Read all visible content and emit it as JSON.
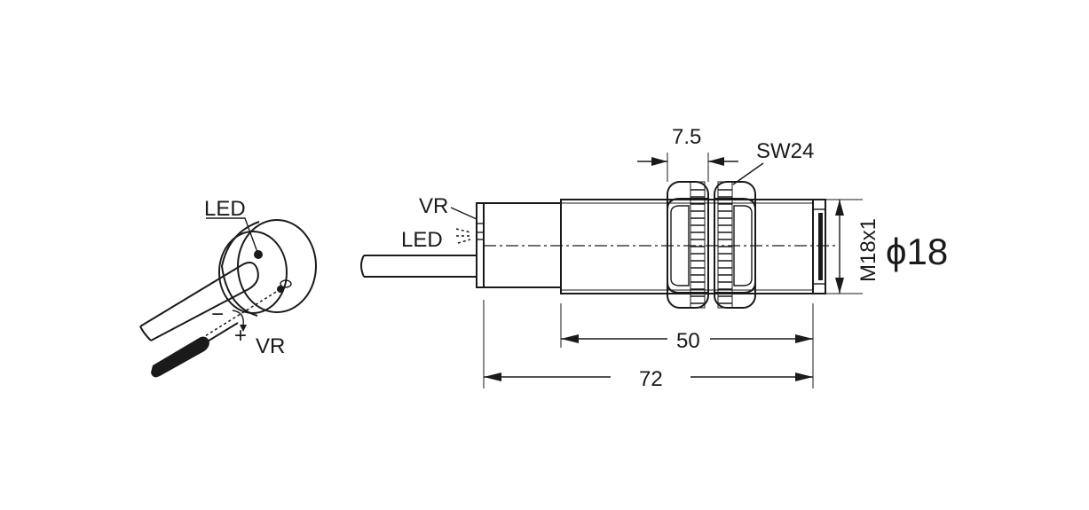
{
  "left_view": {
    "led_label": "LED",
    "minus_sign": "−",
    "plus_sign": "+",
    "vr_label": "VR"
  },
  "side_view": {
    "vr_label": "VR",
    "led_label": "LED",
    "nut_width": "7.5",
    "wrench_size": "SW24",
    "thread": "M18x1",
    "diameter": "ϕ18",
    "body_length": "50",
    "total_length": "72"
  }
}
